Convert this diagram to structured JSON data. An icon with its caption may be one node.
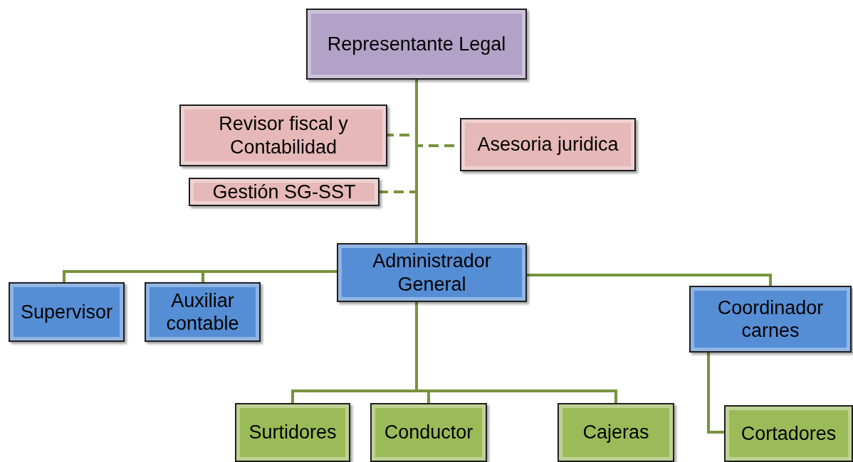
{
  "diagram": {
    "nodes": [
      {
        "text": [
          "Representante Legal"
        ]
      },
      {
        "text": [
          "Revisor fiscal y Contabilidad"
        ]
      },
      {
        "text": [
          "Asesoria juridica"
        ]
      },
      {
        "text": [
          "Gestión SG-SST"
        ]
      },
      {
        "text": [
          "Administrador General"
        ]
      },
      {
        "text": [
          "Supervisor"
        ]
      },
      {
        "text": [
          "Auxiliar contable"
        ]
      },
      {
        "text": [
          "Coordinador carnes"
        ]
      },
      {
        "text": [
          "Surtidores"
        ]
      },
      {
        "text": [
          "Conductor"
        ]
      },
      {
        "text": [
          "Cajeras"
        ]
      },
      {
        "text": [
          "Cortadores"
        ]
      }
    ],
    "edges": [
      {
        "from": 0,
        "to": 4,
        "arrow": "none"
      },
      {
        "from": 0,
        "to": 1,
        "arrow": "none",
        "style": "dashed"
      },
      {
        "from": 0,
        "to": 2,
        "arrow": "none",
        "style": "dashed"
      },
      {
        "from": 0,
        "to": 3,
        "arrow": "none",
        "style": "dashed"
      },
      {
        "from": 4,
        "to": 5,
        "arrow": "none"
      },
      {
        "from": 4,
        "to": 6,
        "arrow": "none"
      },
      {
        "from": 4,
        "to": 7,
        "arrow": "none"
      },
      {
        "from": 4,
        "to": 8,
        "arrow": "none"
      },
      {
        "from": 4,
        "to": 9,
        "arrow": "none"
      },
      {
        "from": 4,
        "to": 10,
        "arrow": "none"
      },
      {
        "from": 7,
        "to": 11,
        "arrow": "none"
      }
    ]
  }
}
